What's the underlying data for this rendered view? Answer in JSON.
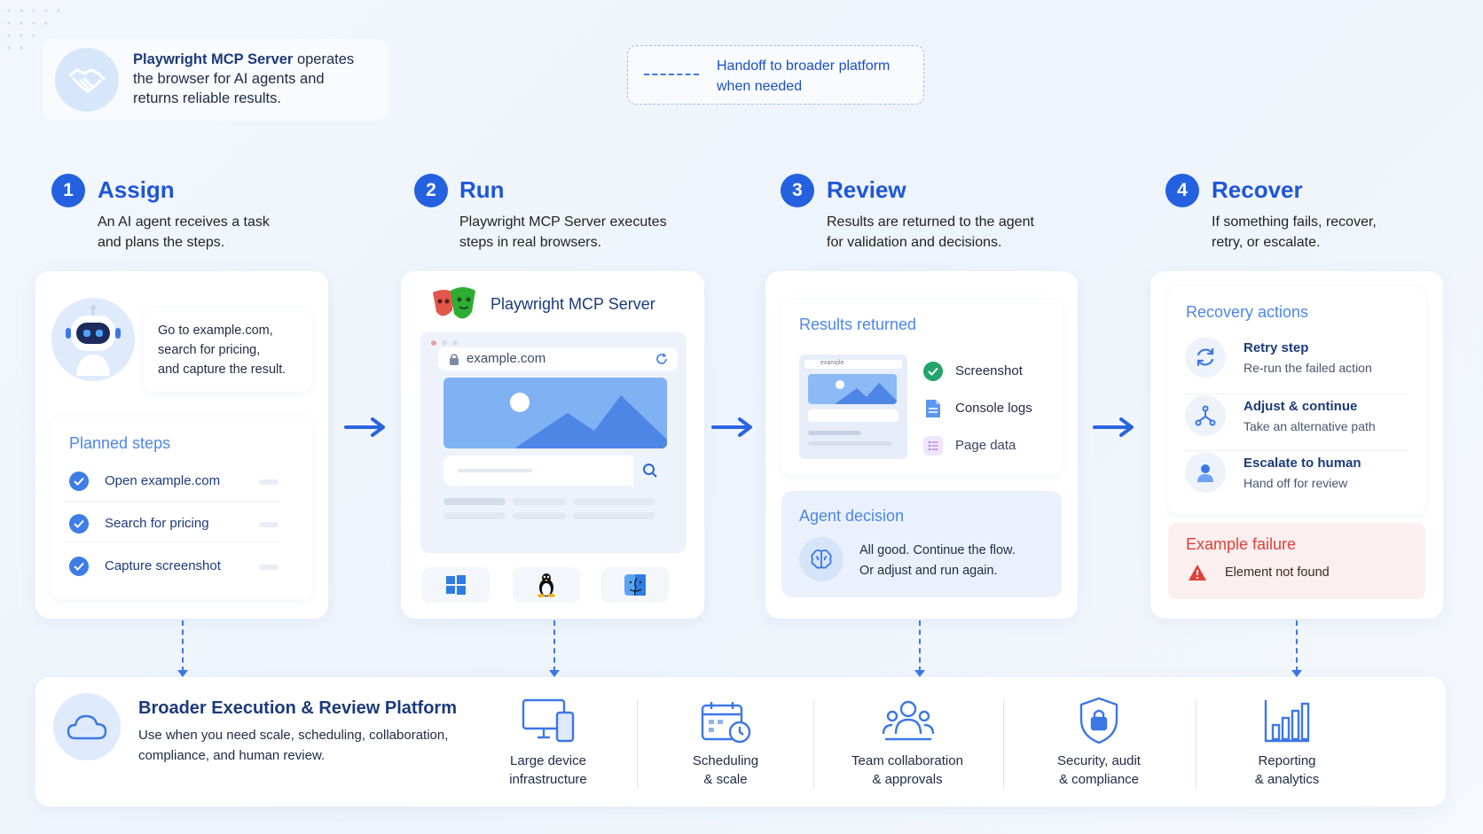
{
  "intro": {
    "text_bold": "Playwright MCP Server",
    "text_rest_1": " operates",
    "text_line2": "the browser for AI agents and",
    "text_line3": "returns reliable results."
  },
  "legend": {
    "line1": "Handoff to broader platform",
    "line2": "when needed"
  },
  "phases": [
    {
      "num": "1",
      "title": "Assign",
      "desc1": "An AI agent receives a task",
      "desc2": "and plans the steps."
    },
    {
      "num": "2",
      "title": "Run",
      "desc1": "Playwright MCP Server executes",
      "desc2": "steps in real browsers."
    },
    {
      "num": "3",
      "title": "Review",
      "desc1": "Results are returned to the agent",
      "desc2": "for validation and decisions."
    },
    {
      "num": "4",
      "title": "Recover",
      "desc1": "If something fails, recover,",
      "desc2": "retry, or escalate."
    }
  ],
  "assign": {
    "bubble1": "Go to example.com,",
    "bubble2": "search for pricing,",
    "bubble3": "and capture the result.",
    "planned_title": "Planned steps",
    "steps": [
      "Open example.com",
      "Search for pricing",
      "Capture screenshot"
    ]
  },
  "run": {
    "title": "Playwright MCP Server",
    "url": "example.com",
    "os_icons": [
      "windows-icon",
      "linux-icon",
      "macos-icon"
    ]
  },
  "review": {
    "results_title": "Results returned",
    "thumb_url": "example",
    "results": [
      "Screenshot",
      "Console logs",
      "Page data"
    ],
    "decision_title": "Agent decision",
    "decision1": "All good. Continue the flow.",
    "decision2": "Or adjust and run again."
  },
  "recover": {
    "title": "Recovery actions",
    "actions": [
      {
        "title": "Retry step",
        "sub": "Re-run the failed action"
      },
      {
        "title": "Adjust & continue",
        "sub": "Take an alternative path"
      },
      {
        "title": "Escalate to human",
        "sub": "Hand off for review"
      }
    ],
    "failure_title": "Example failure",
    "failure_text": "Element not found"
  },
  "platform": {
    "title": "Broader Execution & Review Platform",
    "desc1": "Use when you need scale, scheduling, collaboration,",
    "desc2": "compliance, and human review.",
    "items": [
      {
        "l1": "Large device",
        "l2": "infrastructure"
      },
      {
        "l1": "Scheduling",
        "l2": "& scale"
      },
      {
        "l1": "Team collaboration",
        "l2": "& approvals"
      },
      {
        "l1": "Security, audit",
        "l2": "& compliance"
      },
      {
        "l1": "Reporting",
        "l2": "& analytics"
      }
    ]
  },
  "colors": {
    "accent": "#2461e0",
    "light_blue": "#4d86e8",
    "error": "#e0403a",
    "success": "#24a36b"
  }
}
